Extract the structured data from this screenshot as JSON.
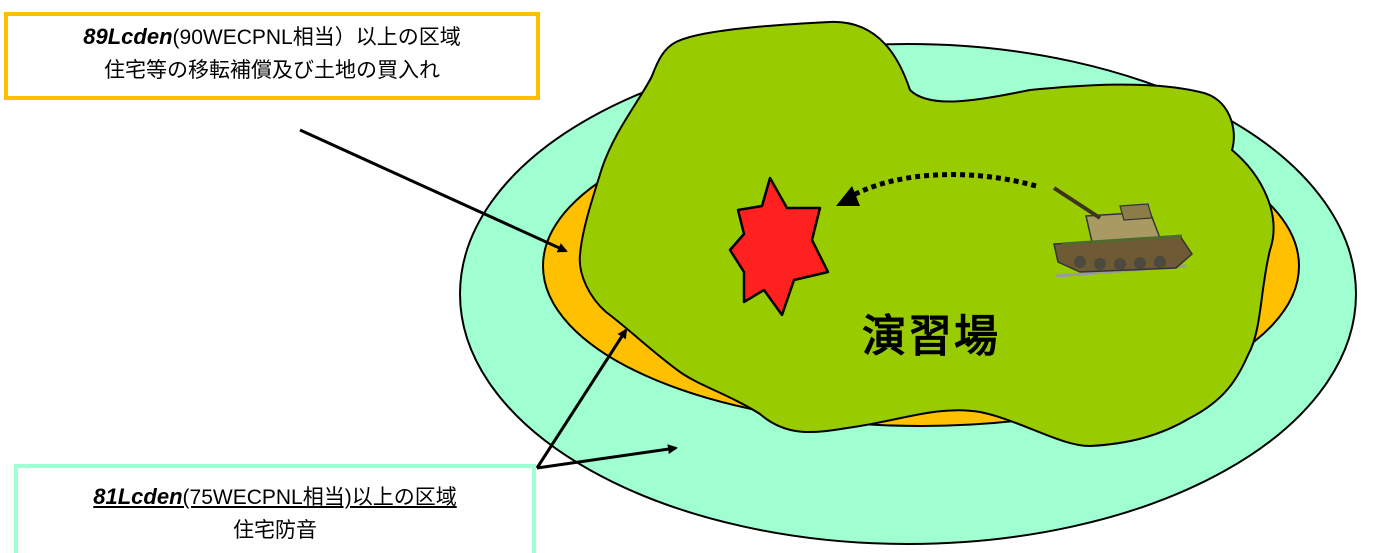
{
  "callouts": {
    "inner_zone": {
      "metric": "89Lcden",
      "range_text": "(90WECPNL相当）以上の区域",
      "measure": "住宅等の移転補償及び土地の買入れ",
      "border_color": "#FFC000"
    },
    "outer_zone": {
      "metric": "81Lcden",
      "range_text": "(75WECPNL相当)以上の区域",
      "measure": "住宅防音",
      "border_color": "#A0FFD2"
    }
  },
  "diagram": {
    "range_label": "演習場",
    "colors": {
      "outer_zone": "#9FFFD0",
      "middle_zone": "#FFC000",
      "training_area": "#99CC00",
      "impact": "#FF2020"
    },
    "icons": [
      "tank-icon",
      "explosion-icon",
      "dotted-arrow-icon"
    ]
  }
}
